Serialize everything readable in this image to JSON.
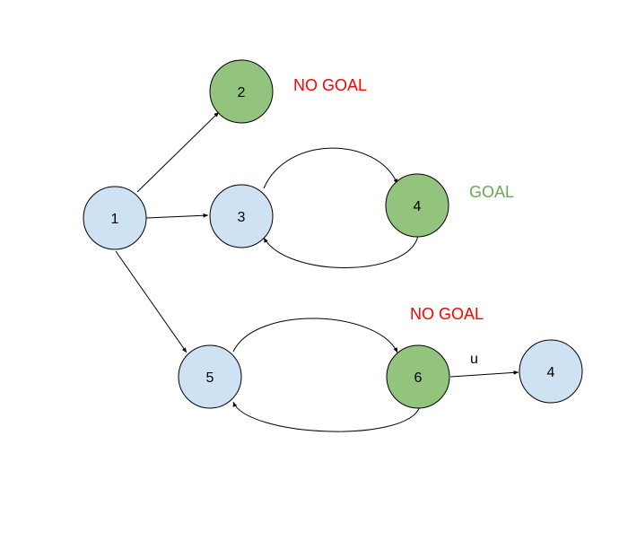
{
  "colors": {
    "blue_fill": "#cfe2f3",
    "green_fill": "#93c47d",
    "no_goal_text": "#ff0000",
    "goal_text": "#6aa84f",
    "stroke": "#000000"
  },
  "nodes": [
    {
      "id": "n1",
      "label": "1",
      "fill": "blue"
    },
    {
      "id": "n2",
      "label": "2",
      "fill": "green"
    },
    {
      "id": "n3",
      "label": "3",
      "fill": "blue"
    },
    {
      "id": "n4a",
      "label": "4",
      "fill": "green"
    },
    {
      "id": "n5",
      "label": "5",
      "fill": "blue"
    },
    {
      "id": "n6",
      "label": "6",
      "fill": "green"
    },
    {
      "id": "n4b",
      "label": "4",
      "fill": "blue"
    }
  ],
  "edges": [
    {
      "from": "1",
      "to": "2"
    },
    {
      "from": "1",
      "to": "3"
    },
    {
      "from": "1",
      "to": "5"
    },
    {
      "from": "3",
      "to": "4"
    },
    {
      "from": "4",
      "to": "3"
    },
    {
      "from": "5",
      "to": "6"
    },
    {
      "from": "6",
      "to": "5"
    },
    {
      "from": "6",
      "to": "4",
      "label": "u"
    }
  ],
  "annotations": {
    "no_goal_top": "NO GOAL",
    "goal": "GOAL",
    "no_goal_bottom": "NO GOAL"
  }
}
